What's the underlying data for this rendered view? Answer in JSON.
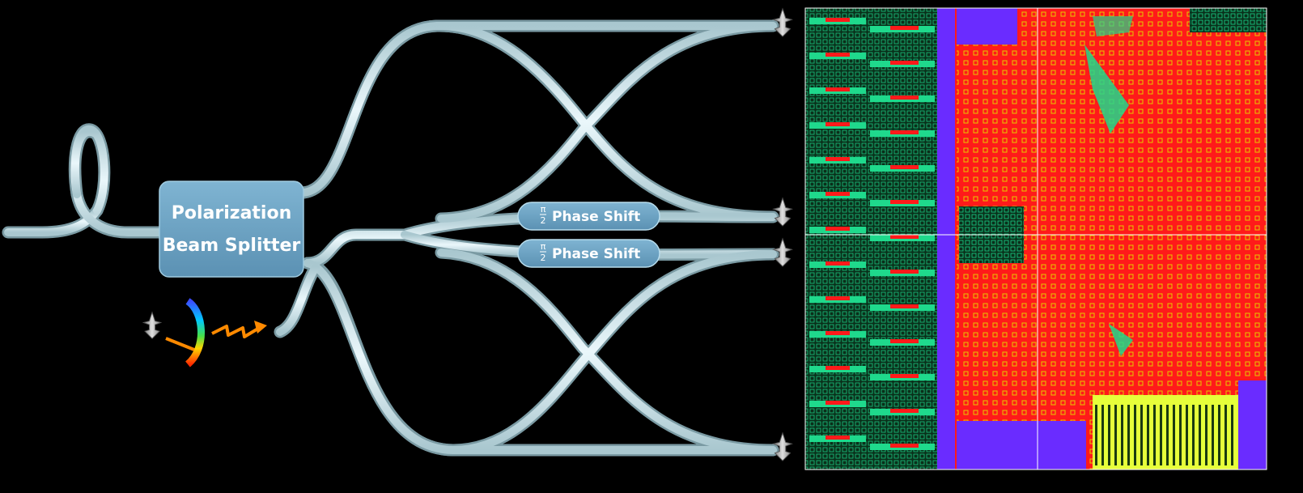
{
  "diagram": {
    "pbs": {
      "line1": "Polarization",
      "line2": "Beam Splitter"
    },
    "phase_shifters": [
      {
        "fraction_num": "π",
        "fraction_den": "2",
        "label": "Phase Shift"
      },
      {
        "fraction_num": "π",
        "fraction_den": "2",
        "label": "Phase Shift"
      }
    ]
  },
  "colors": {
    "background": "#000000",
    "waveguide": "#d4ecf3",
    "waveguide_edge": "#8fb3bd",
    "box_fill": "#6ea6c6",
    "box_text": "#ffffff",
    "chip_red": "#ff1a1a",
    "chip_green": "#19d98c",
    "chip_blue": "#6a2cff",
    "chip_yellow": "#e6ff3a",
    "laser_arrow": "#ff8a00",
    "detector": "#a8a8a8"
  },
  "icons": [
    "fiber-coil-icon",
    "photodetector-icon",
    "laser-source-icon",
    "laser-arrow-icon",
    "rainbow-arc-icon"
  ]
}
